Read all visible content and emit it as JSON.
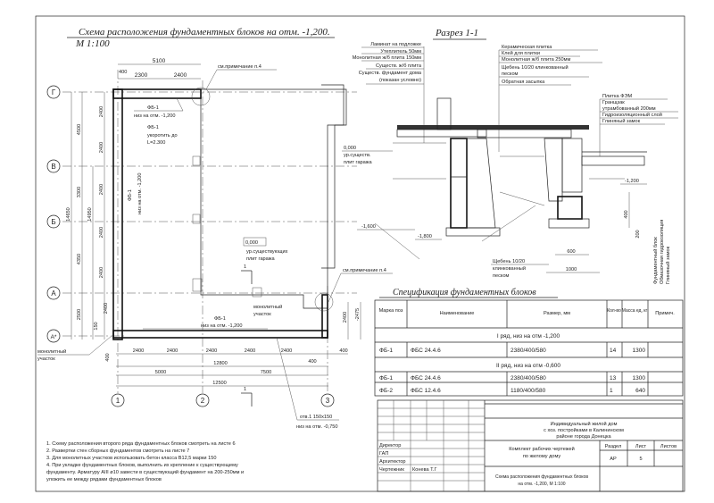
{
  "plan": {
    "title": "Схема расположения фундаментных блоков на отм. -1,200.",
    "scale": "М 1:100",
    "axes_rows": [
      "Г",
      "В",
      "Б",
      "А",
      "А*"
    ],
    "axes_cols": [
      "1",
      "2",
      "3"
    ],
    "dims_top": [
      "5100",
      "400",
      "2300",
      "2400"
    ],
    "dims_left_outer": [
      "14650",
      "14950"
    ],
    "dims_left_mid": [
      "4500",
      "3300",
      "4350",
      "2500"
    ],
    "dims_left_inner": [
      "2400",
      "2400",
      "2400",
      "2400",
      "2400",
      "2400",
      "150",
      "400"
    ],
    "dims_right": [
      "2400",
      "-2475"
    ],
    "dims_bottom_row1": [
      "2400",
      "2400",
      "2400",
      "2400",
      "2400",
      "400",
      "400"
    ],
    "dims_bottom_total1": "12800",
    "dims_bottom_axes": [
      "5000",
      "7500"
    ],
    "dims_bottom_total2": "12500",
    "labels": {
      "note_ref_top": "см.примечание п.4",
      "fb1_top": "ФБ-1",
      "fb1_top_level": "низ на отм. -1,200",
      "fb1_short": "ФБ-1",
      "fb1_short_text1": "укоротить до",
      "fb1_short_text2": "L=2.300",
      "fb1_left": "ФБ-1",
      "fb1_left_level": "низ на отм. -1,200",
      "level_box": "0,000",
      "level_text1": "ур.существующих",
      "level_text2": "плит гаража",
      "section_mark": "1",
      "note_ref_right": "см.примечание п.4",
      "monolith_right1": "монолитный",
      "monolith_right2": "участок",
      "fb1_bottom": "ФБ-1",
      "fb1_bottom_level": "низ на отм. -1,200",
      "monolith_left1": "монолитный",
      "monolith_left2": "участок",
      "opening1": "отв.1  150х150",
      "opening2": "низ на отм. -0,750"
    }
  },
  "section": {
    "title": "Разрез 1-1",
    "layers_left": [
      "Ламинат на подложке",
      "Утеплитель 50мм",
      "Монолитная ж/б плита 150мм",
      "Существ. ж/б плита",
      "Существ. фундамент дома",
      "(показан условно)"
    ],
    "layers_mid": [
      "Керамическая плитка",
      "Клей для плитки",
      "Монолитная ж/б плита 250мм",
      "Щебень 10/20 клинкованный",
      "песком",
      "Обратная засыпка"
    ],
    "layers_right": [
      "Плитка ФЭМ",
      "Гранщзак",
      "утрамбованный 200мм",
      "Гидроизоляционный слой",
      "Глиняный замок"
    ],
    "layers_vertical": [
      "Фундаментный блок",
      "Обмазочная гидроизоляция",
      "Глиняный замок"
    ],
    "level_0": "0,000",
    "level_0_text1": "ур.существ.",
    "level_0_text2": "плит гаража",
    "level_m1600": "-1,600",
    "level_m1800": "-1,800",
    "level_m1200": "-1,200",
    "dim_400": "400",
    "dim_200": "200",
    "dim_600": "600",
    "dim_1000": "1000",
    "gravel1": "Щебень 10/20",
    "gravel2": "клинкованный",
    "gravel3": "песком"
  },
  "spec": {
    "title": "Спецификация фундаментных блоков",
    "headers": [
      "Марка поз",
      "Наименование",
      "Размер, мм",
      "Кол-во",
      "Масса ед, кг",
      "Примеч."
    ],
    "groups": [
      {
        "title": "I ряд, низ на отм -1,200",
        "rows": [
          [
            "ФБ-1",
            "ФБС 24.4.6",
            "2380/400/580",
            "14",
            "1300",
            ""
          ]
        ]
      },
      {
        "title": "II ряд, низ на отм -0,600",
        "rows": [
          [
            "ФБ-1",
            "ФБС 24.4.6",
            "2380/400/580",
            "13",
            "1300",
            ""
          ],
          [
            "ФБ-2",
            "ФБС 12.4.6",
            "1180/400/580",
            "1",
            "640",
            ""
          ]
        ]
      }
    ]
  },
  "notes": [
    "1.  Схему расположения второго ряда фундаментных блоков смотреть на листе 6",
    "2.  Развертки стен сборных фундаментов смотреть на листе 7",
    "3.  Для монолитных участков использовать бетон  класса В12,5 марки 150",
    "4.  При укладке фундаментных блоков, выполнить их крепление к существующему",
    "фундаменту. Арматуру АIII ø10 завести в существующий фундамент на 200-250мм и",
    "уложить ее между рядами фундаментных блоков"
  ],
  "title_block": {
    "project": [
      "Индивидуальный жилой дом",
      "с хоз. постройками в Калининском",
      "районе города Донецка"
    ],
    "roles": [
      "Директор",
      "ГАП",
      "Архитектор",
      "Чертежник"
    ],
    "drafter": "Конева Т.Г",
    "set": [
      "Комплект рабочих чертежей",
      "по жилому дому"
    ],
    "col_headers": [
      "Раздел",
      "Лист",
      "Листов"
    ],
    "section": "АР",
    "sheet": "5",
    "sheets": "",
    "drawing": [
      "Схема расположения фундаментных блоков",
      "на отм. -1,200, М 1:100"
    ]
  }
}
